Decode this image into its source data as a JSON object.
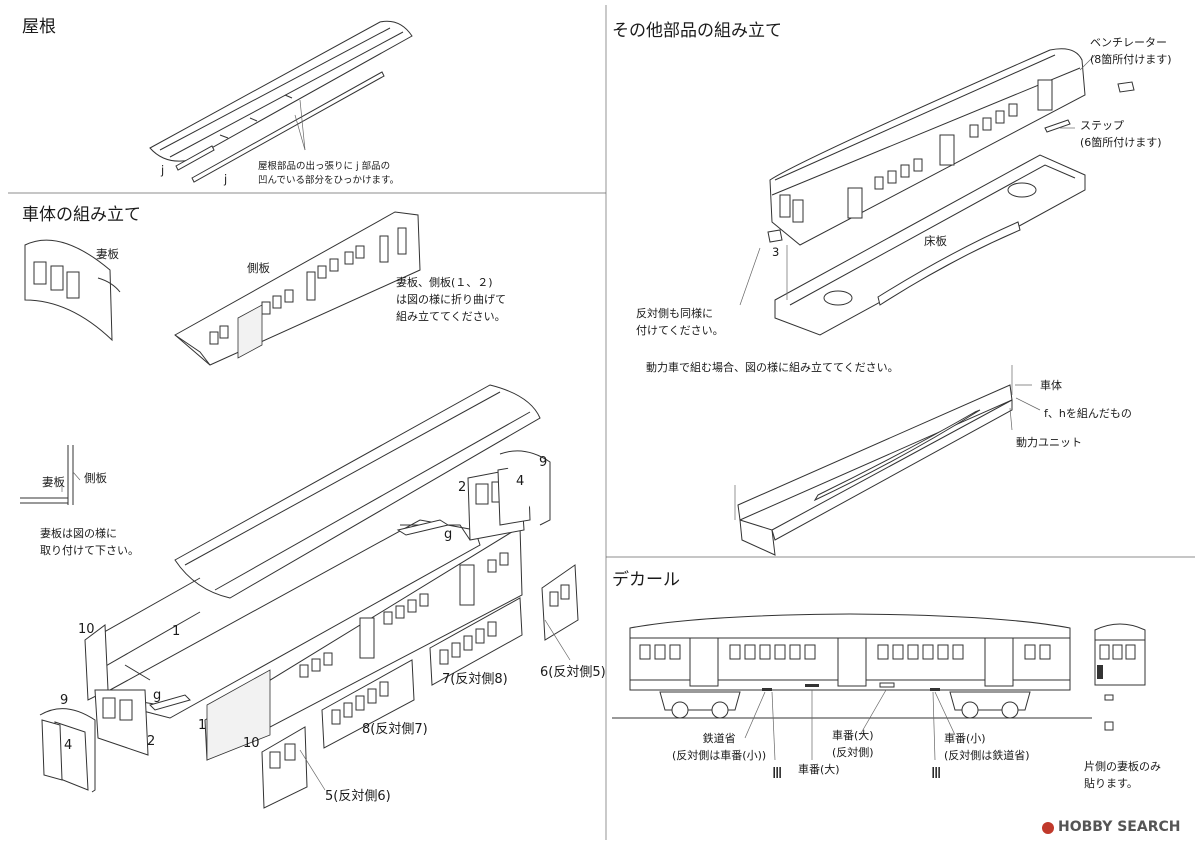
{
  "sections": {
    "roof": {
      "title": "屋根",
      "note": "屋根部品の出っ張りに j 部品の\n凹んでいる部分をひっかけます。",
      "label_j1": "j",
      "label_j2": "j"
    },
    "body_assembly": {
      "title": "車体の組み立て",
      "label_end_plate": "妻板",
      "label_side_plate": "側板",
      "bend_note": "妻板、側板(１、２)\nは図の様に折り曲げて\n組み立ててください。",
      "corner_label_end": "妻板",
      "corner_label_side": "側板",
      "attach_note": "妻板は図の様に\n取り付けて下さい。",
      "parts": {
        "p1a": "1",
        "p1b": "1",
        "p2a": "2",
        "p2b": "2",
        "p4a": "4",
        "p4b": "4",
        "p9a": "9",
        "p9b": "9",
        "p10a": "10",
        "p10b": "10",
        "pg1": "g",
        "pg2": "g",
        "p5": "5(反対側6)",
        "p6": "6(反対側5)",
        "p7": "7(反対側8)",
        "p8": "8(反対側7)"
      }
    },
    "other_parts": {
      "title": "その他部品の組み立て",
      "ventilator": "ベンチレーター\n(8箇所付けます)",
      "step": "ステップ\n(6箇所付けます)",
      "floor": "床板",
      "part3": "3",
      "opposite_note": "反対側も同様に\n付けてください。",
      "power_note": "動力車で組む場合、図の様に組み立ててください。",
      "car_body": "車体",
      "fh_assembled": "f、hを組んだもの",
      "power_unit": "動力ユニット"
    },
    "decal": {
      "title": "デカール",
      "tetsudosho": "鉄道省\n(反対側は車番(小))",
      "shaban_large": "車番(大)",
      "shaban_large_opp": "車番(大)\n(反対側)",
      "shaban_small": "車番(小)\n(反対側は鉄道省)",
      "roman1": "Ⅲ",
      "roman2": "Ⅲ",
      "end_note": "片側の妻板のみ\n貼ります。"
    }
  },
  "watermark": "HOBBY SEARCH"
}
